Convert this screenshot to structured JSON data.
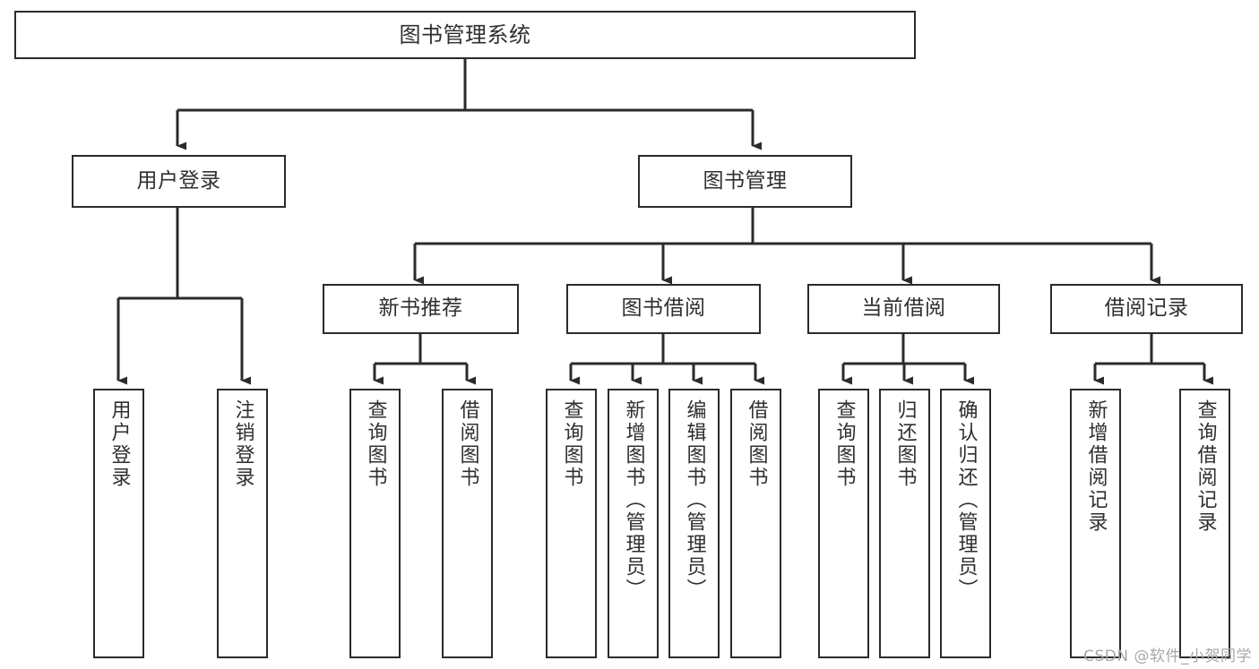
{
  "diagram": {
    "title": "图书管理系统",
    "type": "tree-hierarchy-chart",
    "colors": {
      "box_border": "#2b2b2b",
      "box_fill": "#ffffff",
      "connector": "#2b2b2b",
      "text": "#2f2f2f",
      "background": "#ffffff",
      "watermark": "#a8a8a8"
    },
    "root": {
      "label": "图书管理系统"
    },
    "level2": [
      {
        "label": "用户登录"
      },
      {
        "label": "图书管理"
      }
    ],
    "level3": [
      {
        "label": "新书推荐"
      },
      {
        "label": "图书借阅"
      },
      {
        "label": "当前借阅"
      },
      {
        "label": "借阅记录"
      }
    ],
    "leaves": {
      "user_login": [
        {
          "label": "用户登录"
        },
        {
          "label": "注销登录"
        }
      ],
      "new_book_recommend": [
        {
          "label": "查询图书"
        },
        {
          "label": "借阅图书"
        }
      ],
      "book_borrow": [
        {
          "label": "查询图书"
        },
        {
          "label": "新增图书（管理员）"
        },
        {
          "label": "编辑图书（管理员）"
        },
        {
          "label": "借阅图书"
        }
      ],
      "current_borrow": [
        {
          "label": "查询图书"
        },
        {
          "label": "归还图书"
        },
        {
          "label": "确认归还（管理员）"
        }
      ],
      "borrow_record": [
        {
          "label": "新增借阅记录"
        },
        {
          "label": "查询借阅记录"
        }
      ]
    }
  },
  "watermark": {
    "text": "CSDN @软件_小贺同学"
  }
}
